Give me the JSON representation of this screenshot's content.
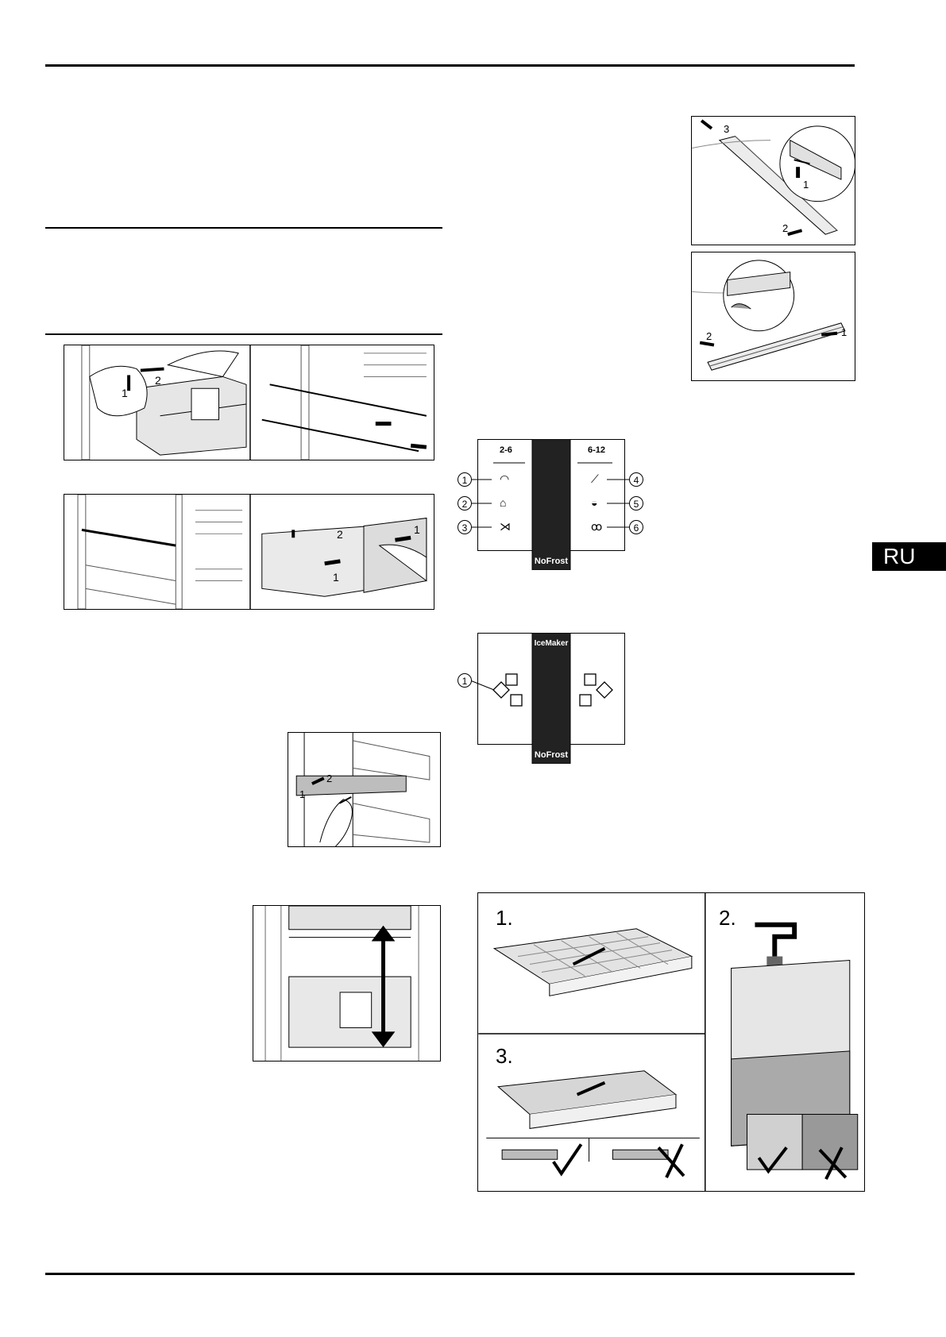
{
  "language_tab": "RU",
  "freshness_panel": {
    "left_range": "2-6",
    "right_range": "6-12",
    "brand_label": "NoFrost",
    "callouts": [
      "1",
      "2",
      "3",
      "4",
      "5",
      "6"
    ]
  },
  "icemaker_panel": {
    "top_label": "IceMaker",
    "bottom_label": "NoFrost",
    "callout": "1"
  },
  "drawer_steps": {
    "a_step1": "1",
    "a_step2": "2",
    "b_step2": "2",
    "b_step1a": "1",
    "b_step1b": "1",
    "shelf_step1": "1",
    "shelf_step2": "2"
  },
  "rail_steps": {
    "r1": "3",
    "r2": "1",
    "r3": "2",
    "r4": "2",
    "r5": "1"
  },
  "ice_tray_steps": {
    "s1": "1.",
    "s2": "2.",
    "s3": "3."
  }
}
